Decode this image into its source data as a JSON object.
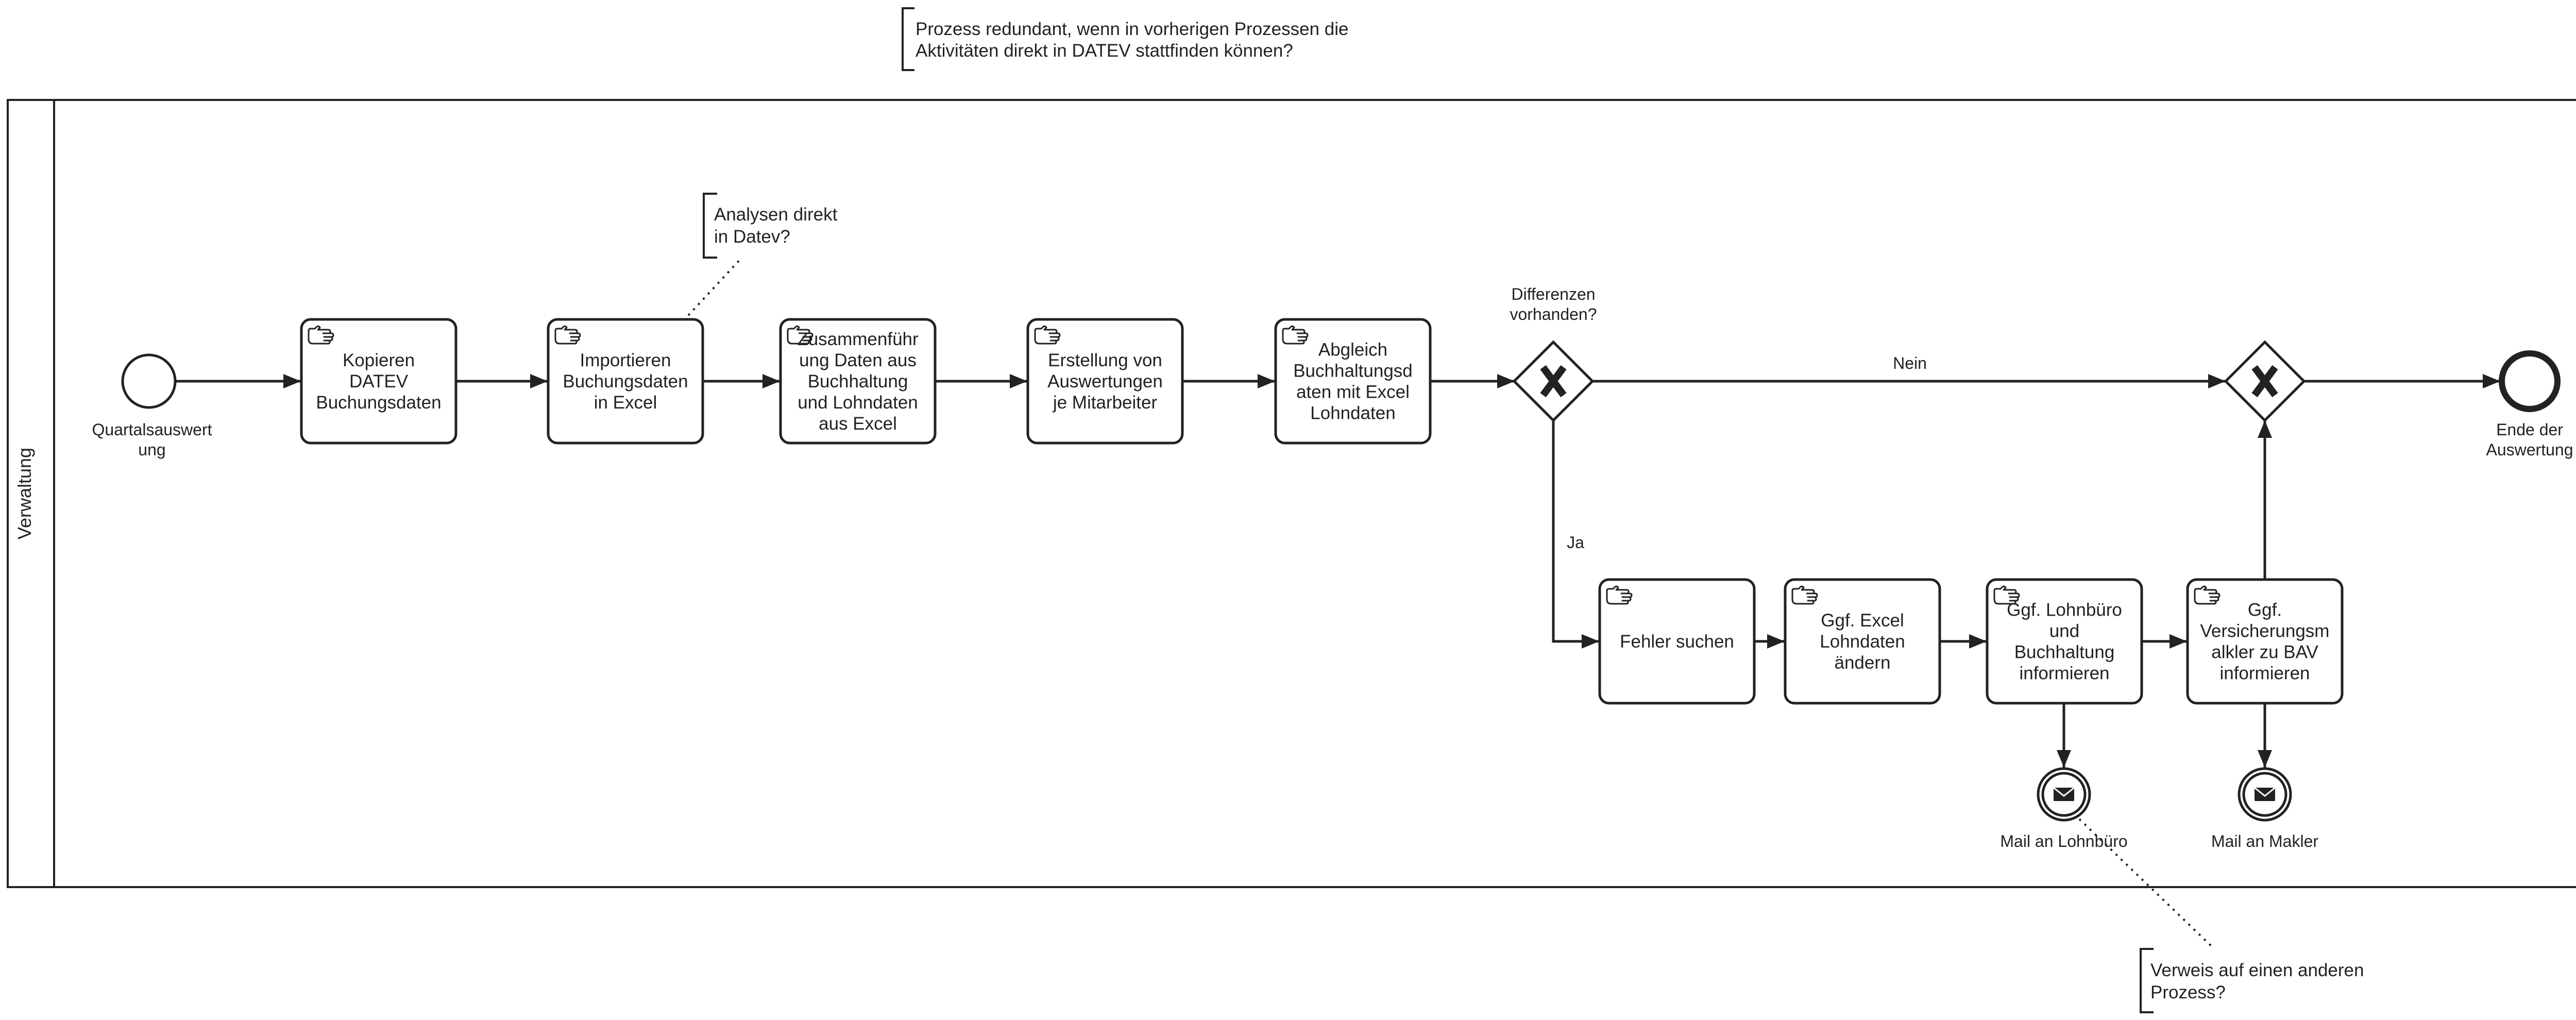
{
  "colors": {
    "stroke": "#222222",
    "background": "#ffffff"
  },
  "pool": {
    "lane_label": "Verwaltung"
  },
  "annotations": {
    "process_redundant": [
      "Prozess redundant, wenn in vorherigen Prozessen die",
      "Aktivitäten direkt in DATEV stattfinden können?"
    ],
    "analysen": [
      "Analysen direkt",
      "in Datev?"
    ],
    "verweis": [
      "Verweis auf einen anderen",
      "Prozess?"
    ]
  },
  "events": {
    "start": {
      "label": [
        "Quartalsauswert",
        "ung"
      ]
    },
    "end": {
      "label": [
        "Ende der",
        "Auswertung"
      ]
    },
    "mail_lohnbuero": {
      "label": "Mail an Lohnbüro",
      "icon": "envelope-icon"
    },
    "mail_makler": {
      "label": "Mail an Makler",
      "icon": "envelope-icon"
    }
  },
  "tasks": {
    "kopieren": {
      "type": "manual",
      "icon": "hand-icon",
      "lines": [
        "Kopieren",
        "DATEV",
        "Buchungsdaten"
      ]
    },
    "importieren": {
      "type": "manual",
      "icon": "hand-icon",
      "lines": [
        "Importieren",
        "Buchungsdaten",
        "in Excel"
      ]
    },
    "zusammen": {
      "type": "manual",
      "icon": "hand-icon",
      "lines": [
        "Zusammenführ",
        "ung Daten aus",
        "Buchhaltung",
        "und Lohndaten",
        "aus Excel"
      ]
    },
    "erstellung": {
      "type": "manual",
      "icon": "hand-icon",
      "lines": [
        "Erstellung von",
        "Auswertungen",
        "je Mitarbeiter"
      ]
    },
    "abgleich": {
      "type": "manual",
      "icon": "hand-icon",
      "lines": [
        "Abgleich",
        "Buchhaltungsd",
        "aten mit Excel",
        "Lohndaten"
      ]
    },
    "fehler": {
      "type": "manual",
      "icon": "hand-icon",
      "lines": [
        "Fehler suchen"
      ]
    },
    "excel_aendern": {
      "type": "manual",
      "icon": "hand-icon",
      "lines": [
        "Ggf. Excel",
        "Lohndaten",
        "ändern"
      ]
    },
    "lohnbuero": {
      "type": "manual",
      "icon": "hand-icon",
      "lines": [
        "Ggf. Lohnbüro",
        "und",
        "Buchhaltung",
        "informieren"
      ]
    },
    "versicherung": {
      "type": "manual",
      "icon": "hand-icon",
      "lines": [
        "Ggf.",
        "Versicherungsm",
        "alkler zu BAV",
        "informieren"
      ]
    }
  },
  "gateways": {
    "differenzen": {
      "type": "exclusive",
      "label": [
        "Differenzen",
        "vorhanden?"
      ],
      "icon": "x-marker-icon"
    },
    "merge": {
      "type": "exclusive",
      "icon": "x-marker-icon"
    }
  },
  "flow_labels": {
    "nein": "Nein",
    "ja": "Ja"
  }
}
